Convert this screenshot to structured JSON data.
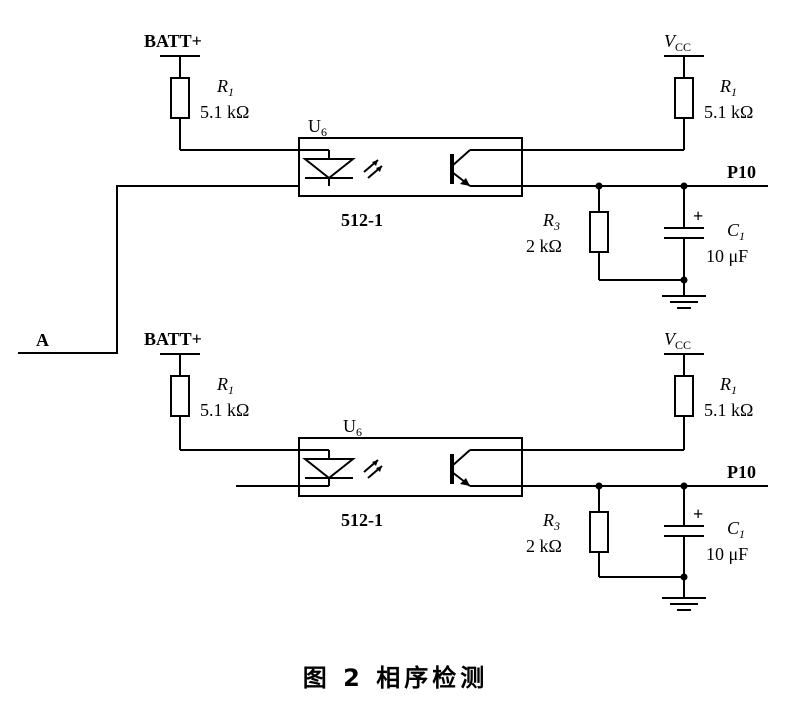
{
  "labels": {
    "batt": "BATT+",
    "r1_sym": "R",
    "r1_sub": "1",
    "r1_val": "5.1 kΩ",
    "u6_sym": "U",
    "u6_sub": "6",
    "part": "512-1",
    "vcc_sym": "V",
    "vcc_sub": "CC",
    "p10": "P10",
    "r3_sym": "R",
    "r3_sub": "3",
    "r3_val": "2 kΩ",
    "c1_sym": "C",
    "c1_sub": "1",
    "c1_val": "10 μF",
    "plus": "+",
    "a": "A"
  },
  "caption": "图 2   相序检测"
}
